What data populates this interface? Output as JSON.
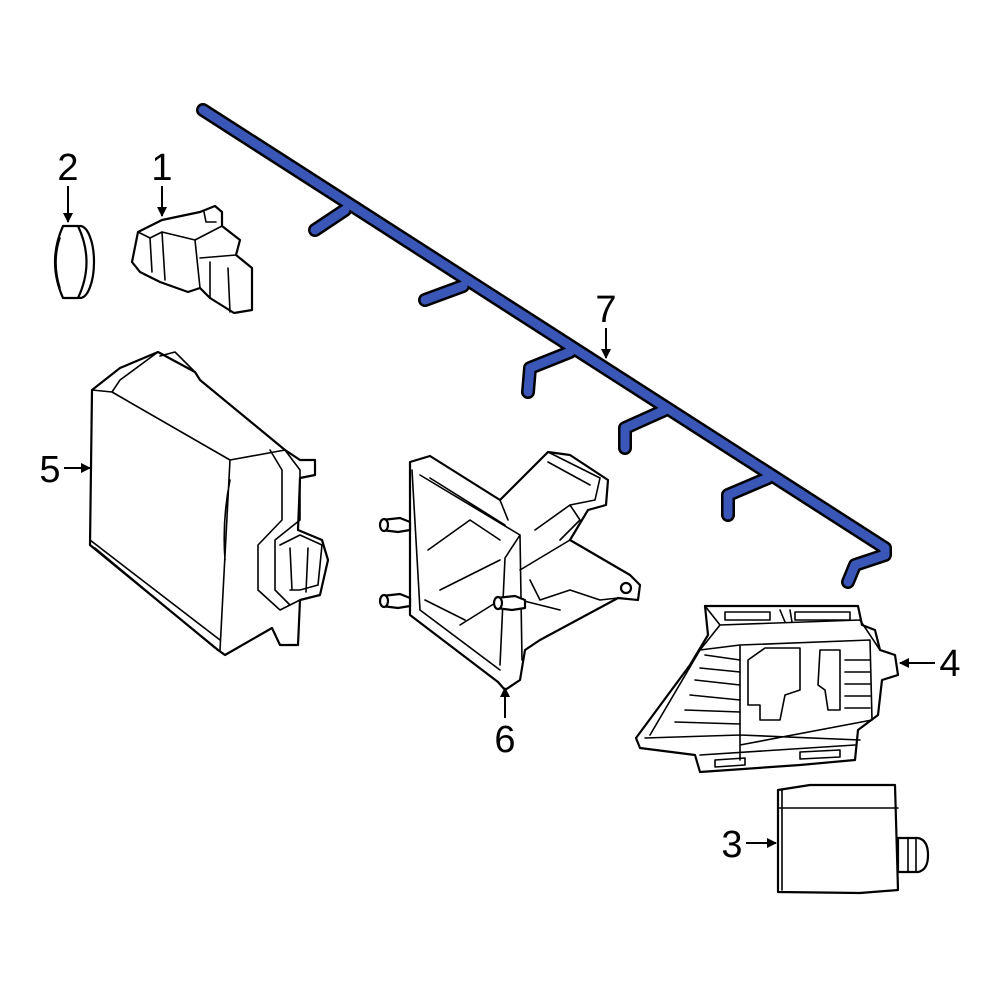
{
  "diagram": {
    "highlight_color": "#3a57b8",
    "callouts": [
      {
        "id": "1",
        "label": "1"
      },
      {
        "id": "2",
        "label": "2"
      },
      {
        "id": "3",
        "label": "3"
      },
      {
        "id": "4",
        "label": "4"
      },
      {
        "id": "5",
        "label": "5"
      },
      {
        "id": "6",
        "label": "6"
      },
      {
        "id": "7",
        "label": "7"
      }
    ]
  }
}
